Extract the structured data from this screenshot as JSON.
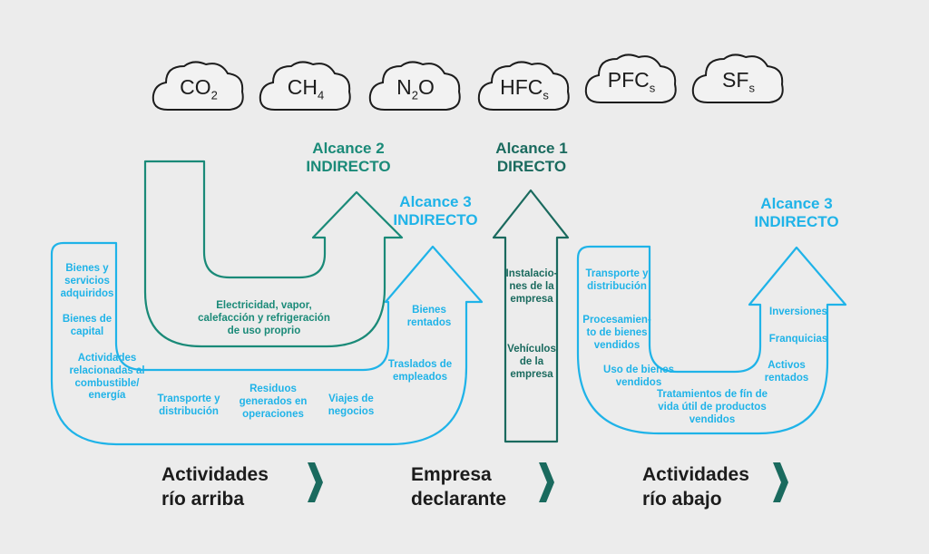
{
  "gases": [
    {
      "base": "CO",
      "sub": "2",
      "tail": ""
    },
    {
      "base": "CH",
      "sub": "4",
      "tail": ""
    },
    {
      "base": "N",
      "sub": "2",
      "tail": "O"
    },
    {
      "base": "HFC",
      "sub": "s",
      "tail": ""
    },
    {
      "base": "PFC",
      "sub": "s",
      "tail": ""
    },
    {
      "base": "SF",
      "sub": "s",
      "tail": ""
    }
  ],
  "scopes": {
    "scope2": {
      "line1": "Alcance 2",
      "line2": "INDIRECTO"
    },
    "scope1": {
      "line1": "Alcance 1",
      "line2": "DIRECTO"
    },
    "scope3_up": {
      "line1": "Alcance 3",
      "line2": "INDIRECTO"
    },
    "scope3_down": {
      "line1": "Alcance 3",
      "line2": "INDIRECTO"
    }
  },
  "scope2_item": "Electricidad, vapor, calefacción y refrigeración de uso proprio",
  "scope1_items": [
    "Instalacio-nes de la empresa",
    "Vehículos de la empresa"
  ],
  "upstream_items": [
    "Bienes y servicios adquiridos",
    "Bienes de capital",
    "Actividades relacionadas al combustible/ energía",
    "Transporte y distribución",
    "Residuos generados en operaciones",
    "Viajes de negocios",
    "Traslados de empleados",
    "Bienes rentados"
  ],
  "downstream_items": [
    "Transporte y distribución",
    "Procesamien-to de bienes vendidos",
    "Uso de bienes vendidos",
    "Tratamientos de fín de vida útil de productos vendidos",
    "Activos rentados",
    "Franquicias",
    "Inversiones"
  ],
  "footer": {
    "upstream": [
      "Actividades",
      "río arriba"
    ],
    "company": [
      "Empresa",
      "declarante"
    ],
    "downstream": [
      "Actividades",
      "río abajo"
    ]
  },
  "colors": {
    "teal": "#1a8a78",
    "dark_teal": "#1a6a5e",
    "cyan": "#1fb3e8",
    "background": "#ececec"
  }
}
